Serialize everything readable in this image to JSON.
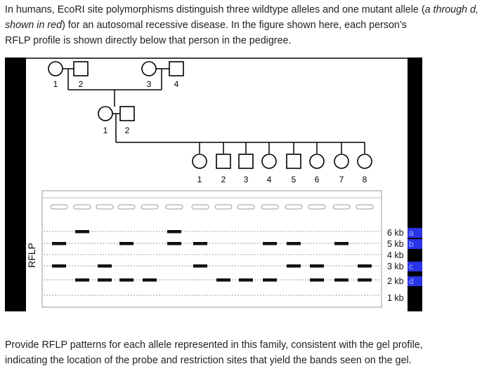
{
  "question": {
    "intro": "In humans, EcoRI site polymorphisms distinguish three wildtype alleles and one mutant allele (",
    "alleles_em": "a through d, shown in red",
    "rest_1": ") for an autosomal recessive disease. In the figure shown here, each person’s",
    "rest_2": "RFLP profile is shown directly below that person in the pedigree.",
    "task_1": "Provide RFLP patterns for each allele represented in this family, consistent with the gel profile,",
    "task_2": "indicating the location of the probe and restriction sites that yield the bands seen on the gel."
  },
  "pedigree": {
    "gen1_labels": [
      "1",
      "2",
      "3",
      "4"
    ],
    "gen2_labels": [
      "1",
      "2"
    ],
    "gen3_labels": [
      "1",
      "2",
      "3",
      "4",
      "5",
      "6",
      "7",
      "8"
    ],
    "gen3_sexes": [
      "female",
      "male",
      "male",
      "female",
      "male",
      "female",
      "female",
      "female"
    ]
  },
  "gel": {
    "side_label": "RFLP",
    "size_labels": [
      "6 kb",
      "5 kb",
      "4 kb",
      "3 kb",
      "2 kb",
      "1 kb"
    ],
    "allele_tags": [
      {
        "letter": "a",
        "size": "6 kb"
      },
      {
        "letter": "b",
        "size": "5 kb"
      },
      {
        "letter": "c",
        "size": "3 kb"
      },
      {
        "letter": "d",
        "size": "2 kb"
      }
    ],
    "lanes": [
      {
        "person": "I-1",
        "bands_kb": [
          5,
          3
        ]
      },
      {
        "person": "I-2",
        "bands_kb": [
          6,
          2
        ]
      },
      {
        "person": "I-3",
        "bands_kb": [
          3,
          2
        ]
      },
      {
        "person": "I-4",
        "bands_kb": [
          5,
          2
        ]
      },
      {
        "person": "II-1",
        "bands_kb": [
          2
        ]
      },
      {
        "person": "II-2",
        "bands_kb": [
          6,
          5
        ]
      },
      {
        "person": "III-1",
        "bands_kb": [
          5,
          3
        ]
      },
      {
        "person": "III-2",
        "bands_kb": [
          2
        ]
      },
      {
        "person": "III-3",
        "bands_kb": [
          2
        ]
      },
      {
        "person": "III-4",
        "bands_kb": [
          5,
          2
        ]
      },
      {
        "person": "III-5",
        "bands_kb": [
          5,
          3
        ]
      },
      {
        "person": "III-6",
        "bands_kb": [
          3,
          2
        ]
      },
      {
        "person": "III-7",
        "bands_kb": [
          5,
          2
        ]
      },
      {
        "person": "III-8",
        "bands_kb": [
          3,
          2
        ]
      }
    ],
    "colors": {
      "allele_tag": "#2b33e6",
      "band": "#111111",
      "frame": "#000000"
    }
  }
}
